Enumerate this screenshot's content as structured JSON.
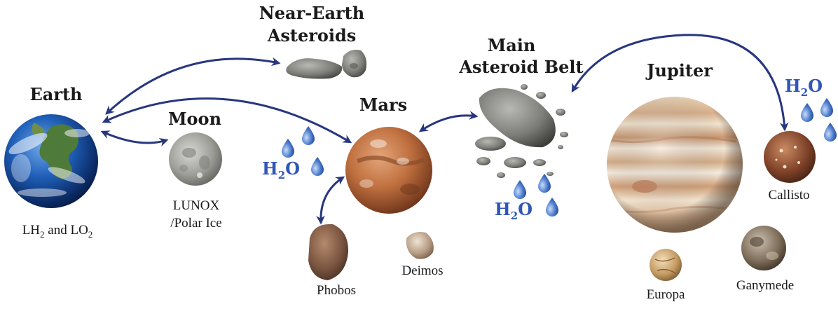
{
  "colors": {
    "arrow": "#27367f",
    "water": "#2f56b8",
    "label": "#1a1a1a"
  },
  "earth": {
    "title": "Earth",
    "caption_main": "LH",
    "caption_sub1": "2",
    "caption_mid": " and LO",
    "caption_sub2": "2"
  },
  "moon": {
    "title": "Moon",
    "caption_line1": "LUNOX",
    "caption_line2": "/Polar Ice"
  },
  "near_earth_asteroids": {
    "title_line1": "Near-Earth",
    "title_line2": "Asteroids"
  },
  "mars": {
    "title": "Mars"
  },
  "phobos": {
    "caption": "Phobos"
  },
  "deimos": {
    "caption": "Deimos"
  },
  "main_belt": {
    "title_line1": "Main",
    "title_line2": "Asteroid Belt"
  },
  "jupiter": {
    "title": "Jupiter"
  },
  "callisto": {
    "caption": "Callisto"
  },
  "europa": {
    "caption": "Europa"
  },
  "ganymede": {
    "caption": "Ganymede"
  },
  "water_label": {
    "h": "H",
    "sub": "2",
    "o": "O"
  }
}
